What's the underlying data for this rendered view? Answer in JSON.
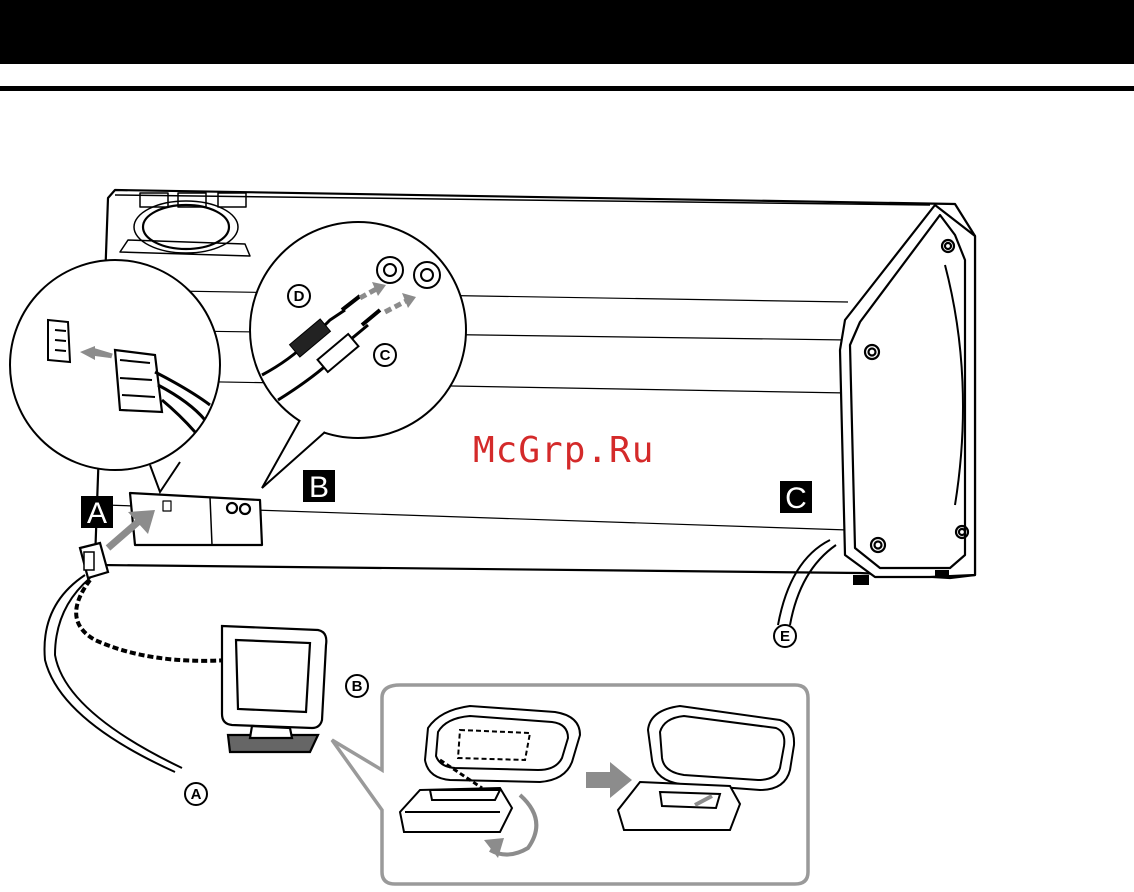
{
  "watermark": "McGrp.Ru",
  "section_labels": [
    "A",
    "B",
    "C"
  ],
  "callouts": {
    "D": "D",
    "C": "C",
    "E": "E",
    "B": "B",
    "A": "A"
  },
  "colors": {
    "ink": "#000000",
    "arrow_gray": "#8c8c8c",
    "panel_border": "#9a9a9a",
    "watermark_red": "#d42a2a"
  }
}
